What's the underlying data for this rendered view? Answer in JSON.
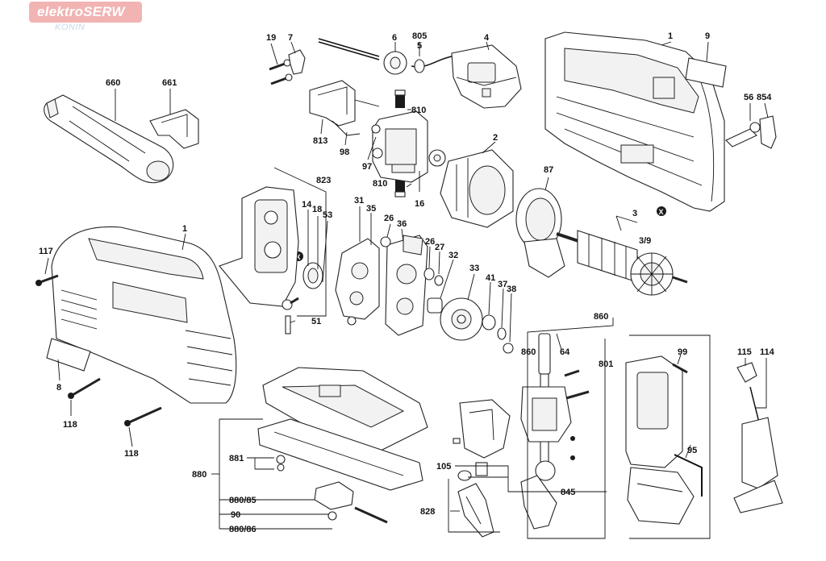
{
  "branding": {
    "name": "elektroSERW",
    "location": "KONIN"
  },
  "labels": {
    "l19": "19",
    "l7": "7",
    "l6": "6",
    "l805": "805",
    "l5": "5",
    "l4": "4",
    "l1a": "1",
    "l9": "9",
    "l660": "660",
    "l661": "661",
    "l810a": "810",
    "l813": "813",
    "l98": "98",
    "l97": "97",
    "l2": "2",
    "l56": "56",
    "l854": "854",
    "l823": "823",
    "l14": "14",
    "l18": "18",
    "l53": "53",
    "l810b": "810",
    "l16": "16",
    "l87": "87",
    "l31": "31",
    "l35": "35",
    "l26a": "26",
    "l36": "36",
    "l3": "3",
    "l39": "3/9",
    "l1b": "1",
    "l117": "117",
    "l26b": "26",
    "l27": "27",
    "l32": "32",
    "l33": "33",
    "l41": "41",
    "l37": "37",
    "l38": "38",
    "l51": "51",
    "l860a": "860",
    "l860b": "860",
    "l64": "64",
    "l801": "801",
    "l99": "99",
    "l115": "115",
    "l114": "114",
    "l8": "8",
    "l118a": "118",
    "l118b": "118",
    "l881": "881",
    "l880": "880",
    "l105": "105",
    "l95": "95",
    "l845": "845",
    "l88085": "880/85",
    "l90": "90",
    "l828": "828",
    "l88086": "880/86"
  },
  "markers": {
    "x": "X"
  }
}
